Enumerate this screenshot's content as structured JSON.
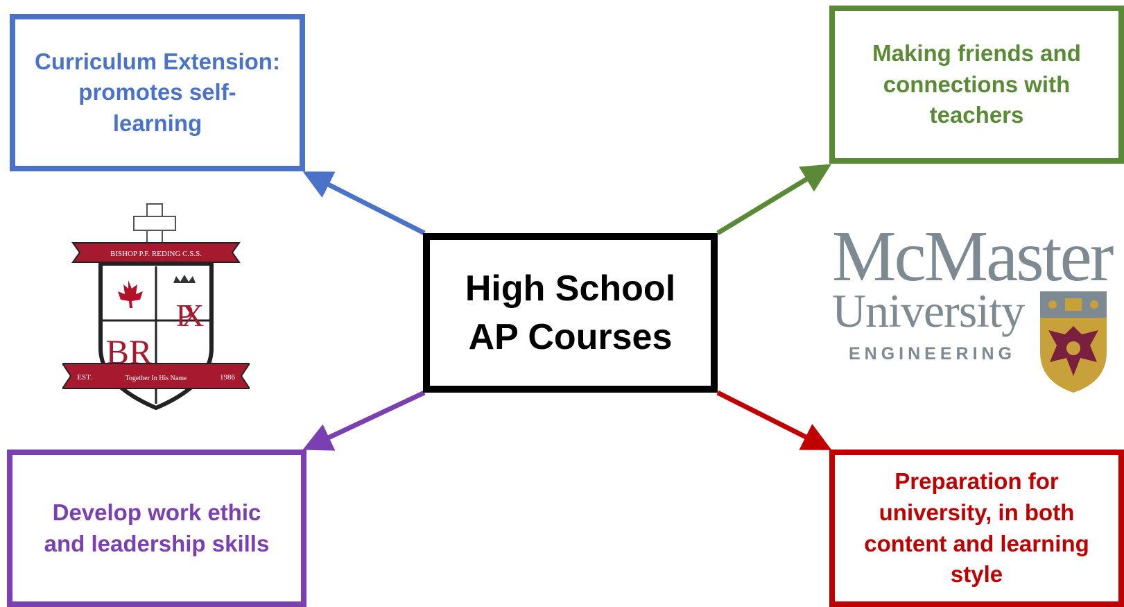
{
  "center": {
    "lines": [
      "High School",
      "AP Courses"
    ]
  },
  "top_left": {
    "lines": [
      "Curriculum Extension:",
      "promotes self-",
      "learning"
    ],
    "color": "#4a72c9"
  },
  "top_right": {
    "lines": [
      "Making friends and",
      "connections with",
      "teachers"
    ],
    "color": "#5a8a36"
  },
  "bottom_left": {
    "lines": [
      "Develop work ethic",
      "and leadership skills"
    ],
    "color": "#7a3fb0"
  },
  "bottom_right": {
    "lines": [
      "Preparation for",
      "university, in both",
      "content and learning",
      "style"
    ],
    "color": "#c00000"
  },
  "crest": {
    "banner_text": "BISHOP P.F. REDING C.S.S.",
    "left_letters": "BR",
    "right_letters": "PX",
    "est_label": "EST.",
    "year": "1986",
    "motto": "Together In His Name",
    "color": "#a6192e"
  },
  "mcmaster_logo": {
    "name": "McMaster",
    "university": "University",
    "faculty": "ENGINEERING",
    "shield_color": "#c9a13b",
    "crest_color": "#7a1f3d"
  }
}
